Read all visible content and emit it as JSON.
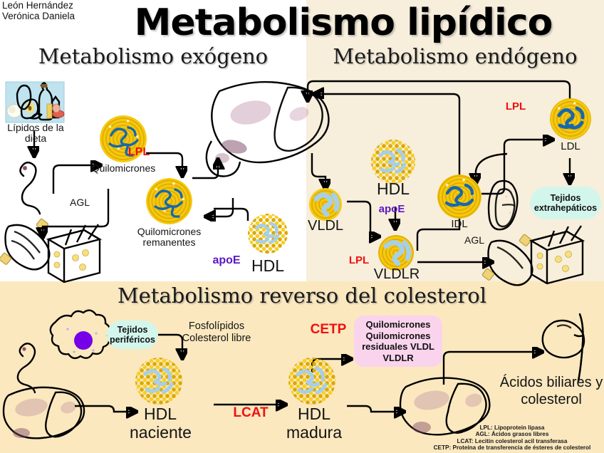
{
  "header": {
    "author_line1": "León Hernández",
    "author_line2": "Verónica Daniela",
    "title": "Metabolismo lipídico"
  },
  "panels": {
    "exogenous": {
      "subtitle": "Metabolismo exógeno",
      "labels": {
        "diet_lipids": "Lípidos de la dieta",
        "chylomicrons": "Quilomicrones",
        "lpl": "LPL",
        "agl": "AGL",
        "chylomicron_remnants": "Quilomicrones remanentes",
        "apoe": "apoE",
        "hdl": "HDL"
      }
    },
    "endogenous": {
      "subtitle": "Metabolismo endógeno",
      "labels": {
        "hdl": "HDL",
        "apoe": "apoE",
        "vldl": "VLDL",
        "lpl_lower": "LPL",
        "vldlr": "VLDLR",
        "idl": "IDL",
        "lpl_upper": "LPL",
        "ldl": "LDL",
        "agl": "AGL",
        "extrahepatic_tissues": "Tejidos extrahepáticos"
      }
    },
    "reverse": {
      "subtitle": "Metabolismo reverso del colesterol",
      "labels": {
        "peripheral_tissues": "Tejidos periféricos",
        "phospholipids_block": "Fosfolípidos Colesterol libre",
        "hdl_nascent": "HDL naciente",
        "lcat": "LCAT",
        "hdl_mature": "HDL madura",
        "cetp": "CETP",
        "transfer_targets": "Quilomicrones Quilomicrones residuales VLDL VLDLR",
        "bile_acids": "Ácidos biliares y colesterol"
      }
    }
  },
  "legend": {
    "lines": [
      "LPL: Lipoprotein lipasa",
      "AGL: Ácidos grasos libres",
      "LCAT: Lecitin colesterol acil transferasa",
      "CETP: Proteína de transferencia de ésteres de colesterol"
    ]
  },
  "colors": {
    "panel_exogenous_bg": "#ffffff",
    "panel_endogenous_bg": "#f7eedb",
    "panel_reverse_bg": "#fbe8bf",
    "enzyme_red": "#ef1010",
    "apo_purple": "#5b17c4",
    "mint_badge": "#d3f6ec",
    "pink_badge": "#f9d4ec",
    "liver": "#8d5570",
    "lipid_core_yellow": "#f0bf09",
    "apo_blue_dark": "#1668ad",
    "apo_blue_light": "#a6cfe8",
    "gallbladder_green": "#5aa832"
  }
}
